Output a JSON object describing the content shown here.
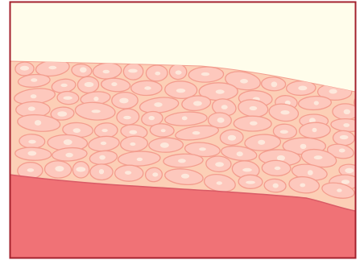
{
  "diagram": {
    "colors": {
      "frame": "#a3212d",
      "background": "#fffdeb",
      "cell_layer_fill": "#fccfb6",
      "cell_fill": "#fdc8bd",
      "cell_outline": "#f39d8e",
      "nucleus": "#fde8dc",
      "tissue_below": "#f07276",
      "tissue_edge": "#d95b66"
    },
    "layers": [
      "background",
      "cell-layer",
      "underlying-tissue"
    ]
  }
}
